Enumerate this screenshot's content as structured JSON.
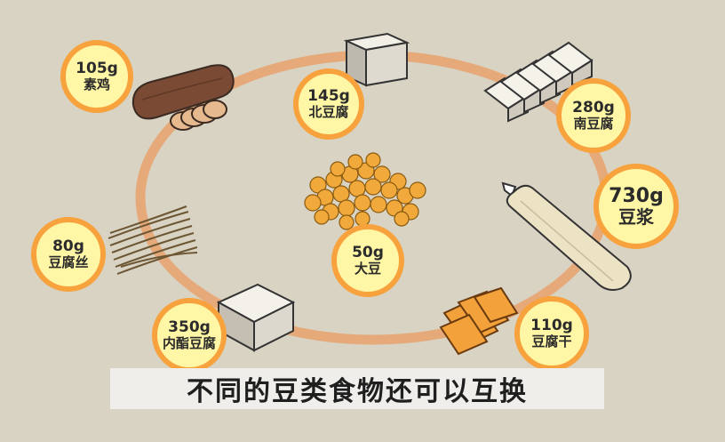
{
  "caption": "不同的豆类食物还可以互换",
  "colors": {
    "ring": "#e6a97a",
    "badge_fill": "#fff7a6",
    "badge_border": "#f7a23d",
    "background": "#d8d3c3"
  },
  "foods": {
    "vegetarian_chicken": {
      "amount": "105g",
      "name": "素鸡"
    },
    "north_tofu": {
      "amount": "145g",
      "name": "北豆腐"
    },
    "south_tofu": {
      "amount": "280g",
      "name": "南豆腐"
    },
    "soy_milk": {
      "amount": "730g",
      "name": "豆浆"
    },
    "soybean": {
      "amount": "50g",
      "name": "大豆"
    },
    "tofu_shreds": {
      "amount": "80g",
      "name": "豆腐丝"
    },
    "lactone_tofu": {
      "amount": "350g",
      "name": "内酯豆腐"
    },
    "dried_tofu": {
      "amount": "110g",
      "name": "豆腐干"
    }
  }
}
